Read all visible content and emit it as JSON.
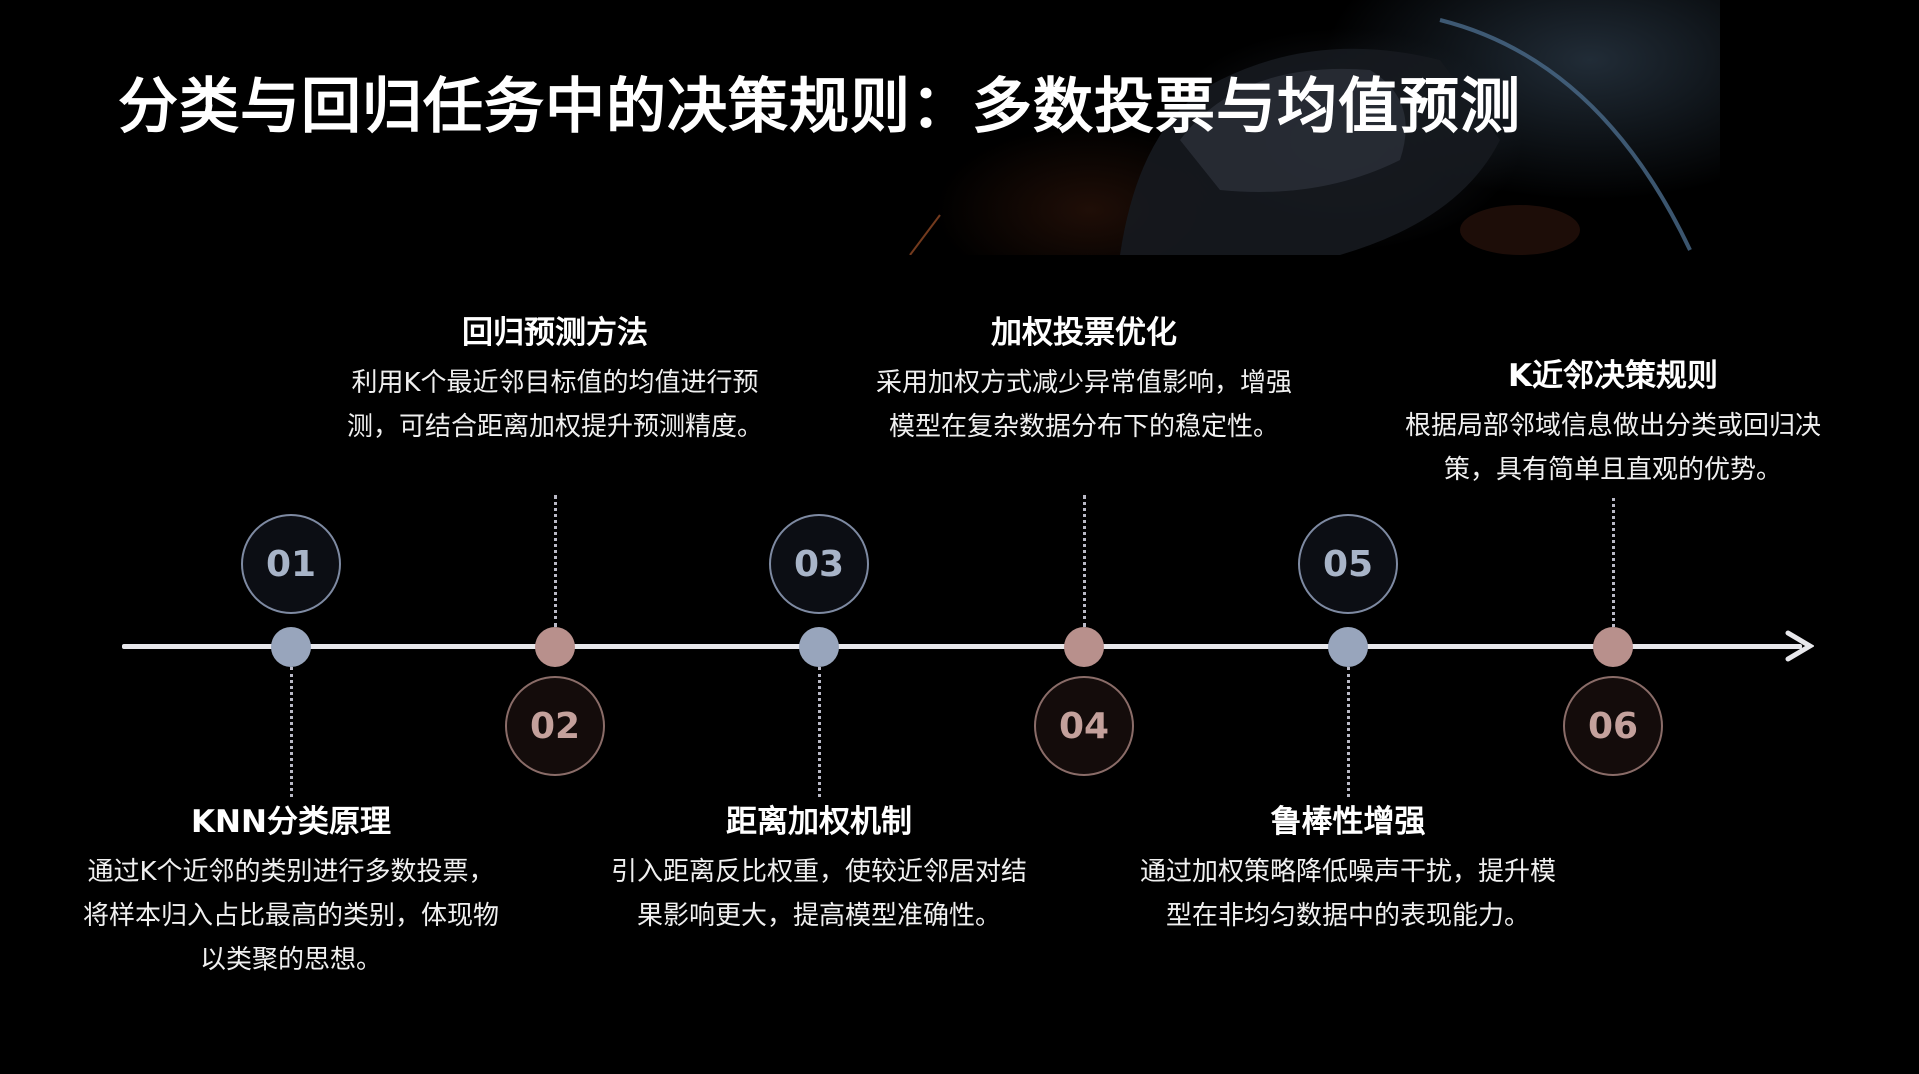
{
  "title": "分类与回归任务中的决策规则：多数投票与均值预测",
  "colors": {
    "background": "#000000",
    "axis": "#e8e8ec",
    "odd_accent": "#98a5bc",
    "even_accent": "#b8908c"
  },
  "milestones": [
    {
      "number": "01",
      "title": "KNN分类原理",
      "desc_lines": [
        "通过K个近邻的类别进行多数投票，",
        "将样本归入占比最高的类别，体现物",
        "以类聚的思想。"
      ]
    },
    {
      "number": "02",
      "title": "回归预测方法",
      "desc_lines": [
        "利用K个最近邻目标值的均值进行预",
        "测，可结合距离加权提升预测精度。"
      ]
    },
    {
      "number": "03",
      "title": "距离加权机制",
      "desc_lines": [
        "引入距离反比权重，使较近邻居对结",
        "果影响更大，提高模型准确性。"
      ]
    },
    {
      "number": "04",
      "title": "加权投票优化",
      "desc_lines": [
        "采用加权方式减少异常值影响，增强",
        "模型在复杂数据分布下的稳定性。"
      ]
    },
    {
      "number": "05",
      "title": "鲁棒性增强",
      "desc_lines": [
        "通过加权策略降低噪声干扰，提升模",
        "型在非均匀数据中的表现能力。"
      ]
    },
    {
      "number": "06",
      "title": "K近邻决策规则",
      "desc_lines": [
        "根据局部邻域信息做出分类或回归决",
        "策，具有简单且直观的优势。"
      ]
    }
  ]
}
